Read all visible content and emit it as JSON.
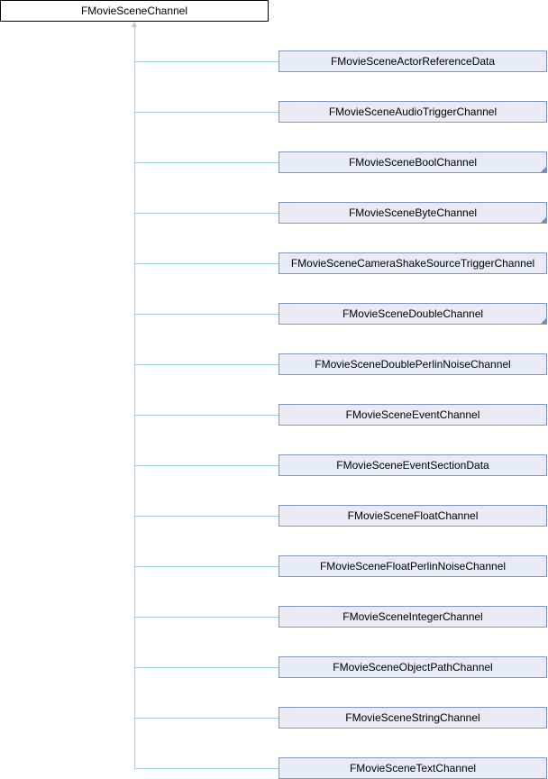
{
  "root": {
    "label": "FMovieSceneChannel"
  },
  "children": [
    {
      "label": "FMovieSceneActorReferenceData",
      "has_more": false
    },
    {
      "label": "FMovieSceneAudioTriggerChannel",
      "has_more": false
    },
    {
      "label": "FMovieSceneBoolChannel",
      "has_more": true
    },
    {
      "label": "FMovieSceneByteChannel",
      "has_more": true
    },
    {
      "label": "FMovieSceneCameraShakeSourceTriggerChannel",
      "has_more": false
    },
    {
      "label": "FMovieSceneDoubleChannel",
      "has_more": true
    },
    {
      "label": "FMovieSceneDoublePerlinNoiseChannel",
      "has_more": false
    },
    {
      "label": "FMovieSceneEventChannel",
      "has_more": false
    },
    {
      "label": "FMovieSceneEventSectionData",
      "has_more": false
    },
    {
      "label": "FMovieSceneFloatChannel",
      "has_more": false
    },
    {
      "label": "FMovieSceneFloatPerlinNoiseChannel",
      "has_more": false
    },
    {
      "label": "FMovieSceneIntegerChannel",
      "has_more": false
    },
    {
      "label": "FMovieSceneObjectPathChannel",
      "has_more": false
    },
    {
      "label": "FMovieSceneStringChannel",
      "has_more": false
    },
    {
      "label": "FMovieSceneTextChannel",
      "has_more": false
    }
  ]
}
